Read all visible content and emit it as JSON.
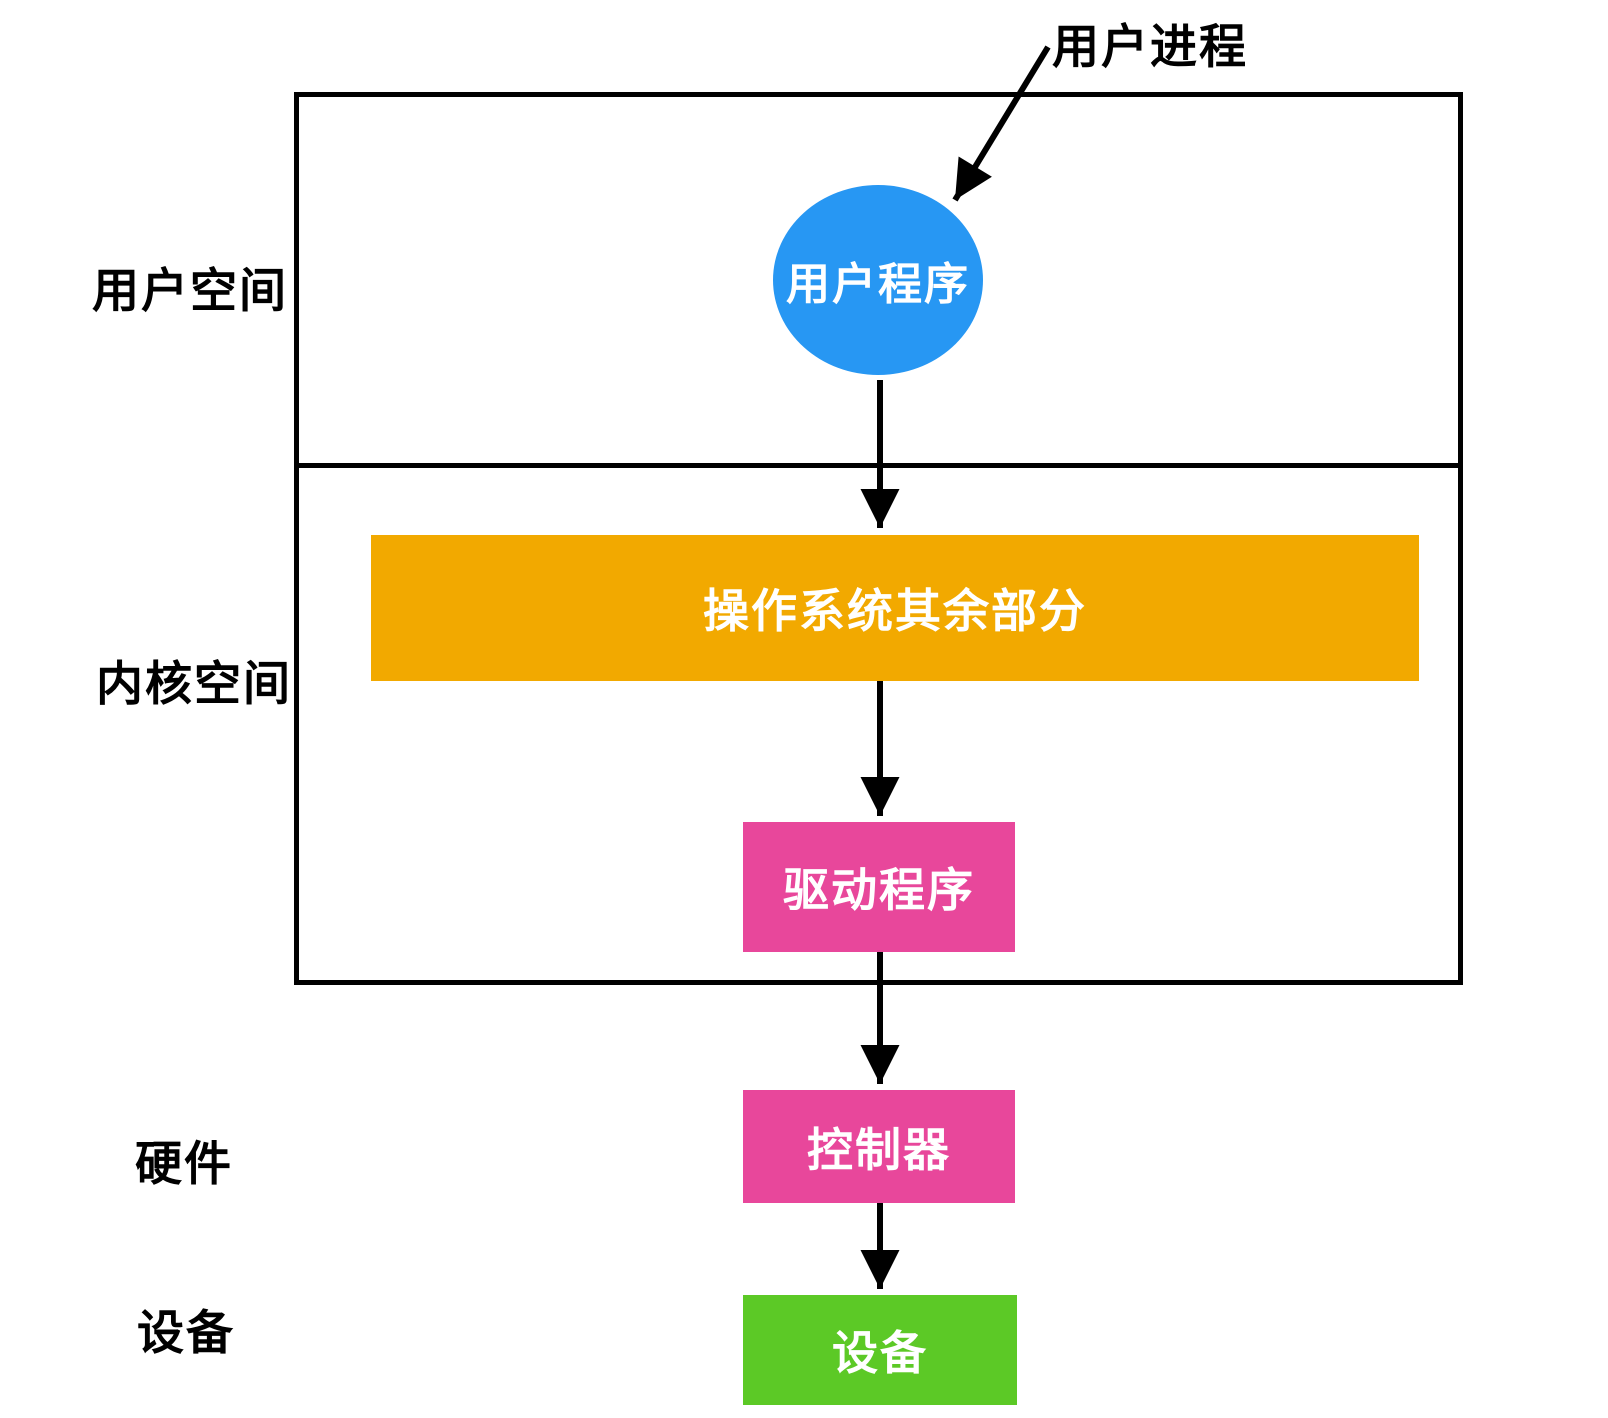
{
  "labels": {
    "user_process": "用户进程",
    "user_space": "用户空间",
    "kernel_space": "内核空间",
    "hardware": "硬件",
    "device": "设备"
  },
  "nodes": {
    "user_program": "用户程序",
    "os_rest": "操作系统其余部分",
    "driver": "驱动程序",
    "controller": "控制器",
    "device": "设备"
  },
  "colors": {
    "user_program_blue": "#2797F3",
    "os_rest_orange": "#F2A900",
    "driver_pink": "#E8479B",
    "controller_pink": "#E8479B",
    "device_green": "#5CC926",
    "line_black": "#000000",
    "background": "#FFFFFF"
  }
}
